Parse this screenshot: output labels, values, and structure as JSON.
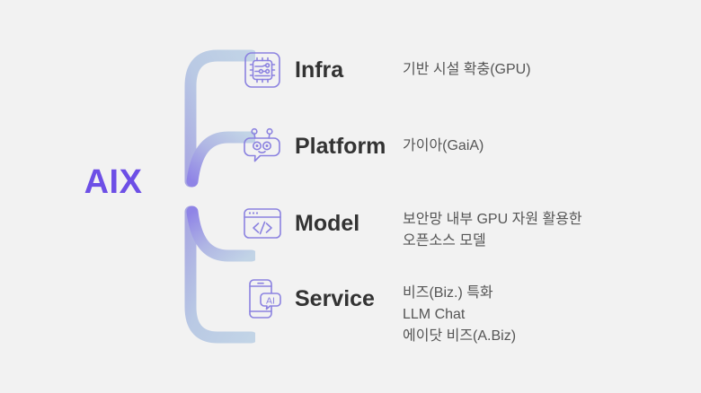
{
  "theme": {
    "background": "#f2f2f2",
    "accent_purple": "#6d4fe6",
    "icon_purple": "#8b82e0",
    "branch_light_blue": "#bed2e6",
    "label_color": "#333333",
    "desc_color": "#555555"
  },
  "root": {
    "label": "AIX"
  },
  "branches": [
    {
      "id": "infra",
      "icon": "chip-icon",
      "label": "Infra",
      "desc_lines": [
        "기반 시설 확충(GPU)"
      ]
    },
    {
      "id": "platform",
      "icon": "robot-chat-icon",
      "label": "Platform",
      "desc_lines": [
        "가이아(GaiA)"
      ]
    },
    {
      "id": "model",
      "icon": "code-window-icon",
      "label": "Model",
      "desc_lines": [
        "보안망 내부 GPU 자원 활용한",
        "오픈소스 모델"
      ]
    },
    {
      "id": "service",
      "icon": "phone-ai-chat-icon",
      "label": "Service",
      "desc_lines": [
        "비즈(Biz.) 특화",
        "LLM Chat",
        "에이닷 비즈(A.Biz)"
      ]
    }
  ]
}
